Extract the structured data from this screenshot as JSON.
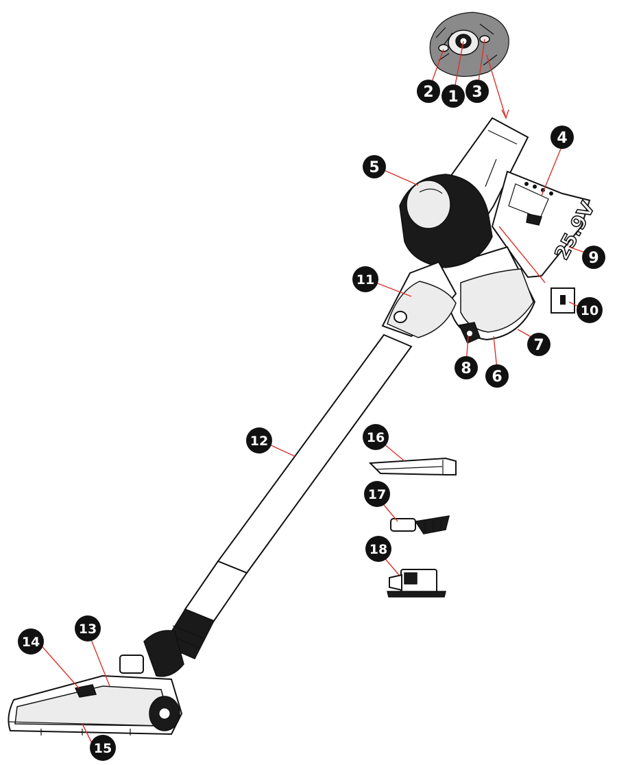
{
  "diagram": {
    "callouts": [
      {
        "id": "1",
        "label": "1"
      },
      {
        "id": "2",
        "label": "2"
      },
      {
        "id": "3",
        "label": "3"
      },
      {
        "id": "4",
        "label": "4"
      },
      {
        "id": "5",
        "label": "5"
      },
      {
        "id": "6",
        "label": "6"
      },
      {
        "id": "7",
        "label": "7"
      },
      {
        "id": "8",
        "label": "8"
      },
      {
        "id": "9",
        "label": "9"
      },
      {
        "id": "10",
        "label": "10"
      },
      {
        "id": "11",
        "label": "11"
      },
      {
        "id": "12",
        "label": "12"
      },
      {
        "id": "13",
        "label": "13"
      },
      {
        "id": "14",
        "label": "14"
      },
      {
        "id": "15",
        "label": "15"
      },
      {
        "id": "16",
        "label": "16"
      },
      {
        "id": "17",
        "label": "17"
      },
      {
        "id": "18",
        "label": "18"
      }
    ],
    "battery_text": "25.9V",
    "colors": {
      "callout": "#111111",
      "leader": "#d9322b",
      "line": "#111111"
    }
  }
}
